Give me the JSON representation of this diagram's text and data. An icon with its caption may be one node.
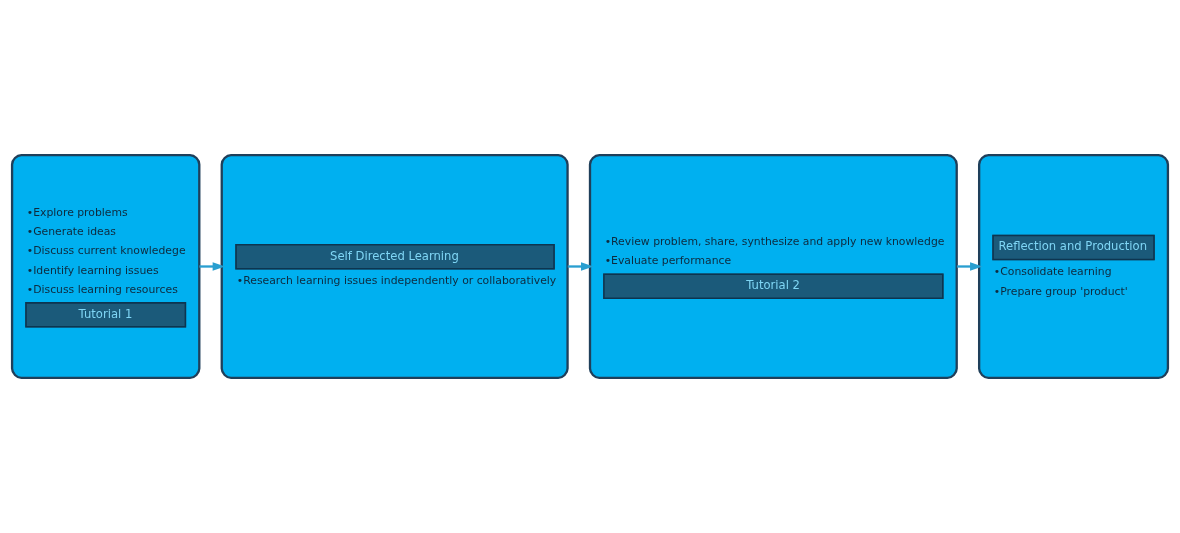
{
  "diagram": {
    "nodes": [
      {
        "text": [
          "•Explore problems",
          "•Generate ideas",
          "•Discuss current knowledege",
          "•Identify learning issues",
          "•Discuss learning resources",
          "Tutorial 1"
        ]
      },
      {
        "text": [
          "Self Directed Learning",
          "•Research learning issues independently or collaboratively"
        ]
      },
      {
        "text": [
          "•Review problem, share, synthesize and apply new knowledge",
          "•Evaluate performance",
          "Tutorial 2"
        ]
      },
      {
        "text": [
          "Reflection and Production",
          "•Consolidate learning",
          "•Prepare group 'product'"
        ]
      }
    ],
    "edges": [
      {
        "from": 0,
        "to": 1,
        "arrow": "to"
      },
      {
        "from": 1,
        "to": 2,
        "arrow": "to"
      },
      {
        "from": 2,
        "to": 3,
        "arrow": "to"
      }
    ]
  }
}
